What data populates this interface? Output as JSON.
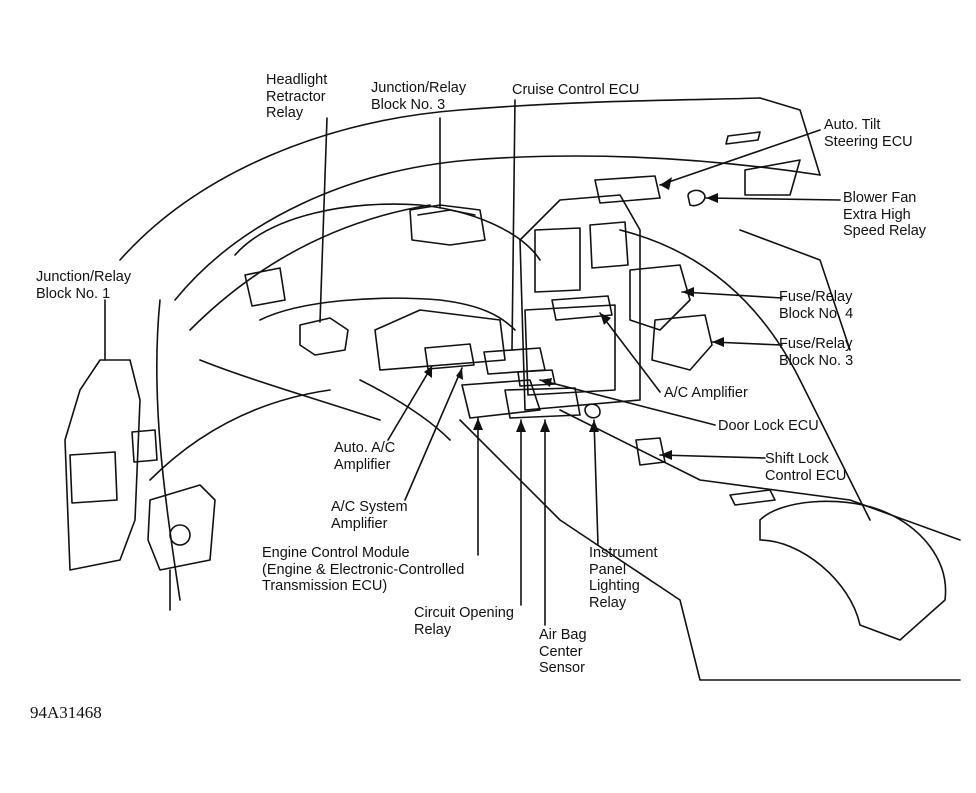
{
  "figure_code": "94A31468",
  "labels": {
    "headlight_retractor_relay": [
      "Headlight",
      "Retractor",
      "Relay"
    ],
    "junction_relay_block_3": [
      "Junction/Relay",
      "Block No. 3"
    ],
    "cruise_control_ecu": [
      "Cruise Control ECU"
    ],
    "auto_tilt_steering_ecu": [
      "Auto. Tilt",
      "Steering ECU"
    ],
    "blower_fan_relay": [
      "Blower Fan",
      "Extra High",
      "Speed Relay"
    ],
    "junction_relay_block_1": [
      "Junction/Relay",
      "Block No. 1"
    ],
    "fuse_relay_block_4": [
      "Fuse/Relay",
      "Block No. 4"
    ],
    "fuse_relay_block_3": [
      "Fuse/Relay",
      "Block No. 3"
    ],
    "ac_amplifier": [
      "A/C Amplifier"
    ],
    "door_lock_ecu": [
      "Door Lock ECU"
    ],
    "auto_ac_amplifier": [
      "Auto. A/C",
      "Amplifier"
    ],
    "shift_lock_ecu": [
      "Shift Lock",
      "Control ECU"
    ],
    "ac_system_amplifier": [
      "A/C System",
      "Amplifier"
    ],
    "engine_control_module": [
      "Engine Control Module",
      "(Engine & Electronic-Controlled",
      "Transmission ECU)"
    ],
    "instrument_panel_relay": [
      "Instrument",
      "Panel",
      "Lighting",
      "Relay"
    ],
    "circuit_opening_relay": [
      "Circuit Opening",
      "Relay"
    ],
    "air_bag_sensor": [
      "Air Bag",
      "Center",
      "Sensor"
    ]
  },
  "colors": {
    "line": "#111111",
    "background": "#ffffff"
  }
}
